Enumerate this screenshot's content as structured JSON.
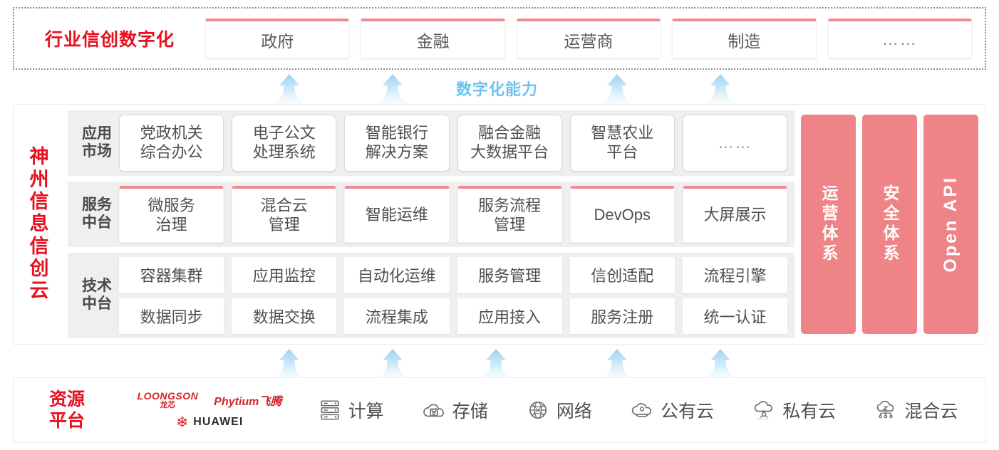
{
  "industry": {
    "title": "行业信创数字化",
    "boxes": [
      {
        "label": "政府"
      },
      {
        "label": "金融"
      },
      {
        "label": "运营商"
      },
      {
        "label": "制造"
      },
      {
        "label": "……"
      }
    ]
  },
  "capability_label": "数字化能力",
  "cloud": {
    "title_chars": [
      "神",
      "州",
      "信",
      "息",
      "信",
      "创",
      "云"
    ],
    "layers": [
      {
        "name": "app-market",
        "label_lines": [
          "应用",
          "市场"
        ],
        "cards": [
          "党政机关\n综合办公",
          "电子公文\n处理系统",
          "智能银行\n解决方案",
          "融合金融\n大数据平台",
          "智慧农业\n平台",
          "……"
        ]
      },
      {
        "name": "service-platform",
        "label_lines": [
          "服务",
          "中台"
        ],
        "cards": [
          "微服务\n治理",
          "混合云\n管理",
          "智能运维",
          "服务流程\n管理",
          "DevOps",
          "大屏展示"
        ]
      },
      {
        "name": "tech-platform",
        "label_lines": [
          "技术",
          "中台"
        ],
        "cards_row1": [
          "容器集群",
          "应用监控",
          "自动化运维",
          "服务管理",
          "信创适配",
          "流程引擎"
        ],
        "cards_row2": [
          "数据同步",
          "数据交换",
          "流程集成",
          "应用接入",
          "服务注册",
          "统一认证"
        ]
      }
    ],
    "pillars": [
      {
        "label": "运营体系",
        "latin": false
      },
      {
        "label": "安全体系",
        "latin": false
      },
      {
        "label": "Open API",
        "latin": true
      }
    ]
  },
  "resource": {
    "title_lines": [
      "资源",
      "平台"
    ],
    "vendors": [
      {
        "name": "loongson",
        "en": "LOONGSON",
        "cn": "龙芯"
      },
      {
        "name": "phytium",
        "en": "Phytium飞腾"
      },
      {
        "name": "huawei",
        "en": "HUAWEI"
      }
    ],
    "items": [
      {
        "icon": "server-rack-icon",
        "label": "计算"
      },
      {
        "icon": "cloud-storage-icon",
        "label": "存储"
      },
      {
        "icon": "network-globe-icon",
        "label": "网络"
      },
      {
        "icon": "public-cloud-icon",
        "label": "公有云"
      },
      {
        "icon": "private-cloud-icon",
        "label": "私有云"
      },
      {
        "icon": "hybrid-cloud-icon",
        "label": "混合云"
      }
    ]
  },
  "colors": {
    "red_title": "#e6101f",
    "pillar_pink": "#ef8488",
    "card_top_pink": "#ef8a90",
    "arrow_blue": "#a8d8f0",
    "capability_blue": "#6fc2ee",
    "layer_bg": "#efefef"
  },
  "arrows": {
    "top_x": [
      380,
      525,
      840,
      985
    ],
    "bottom_x": [
      380,
      525,
      670,
      840,
      985
    ]
  }
}
